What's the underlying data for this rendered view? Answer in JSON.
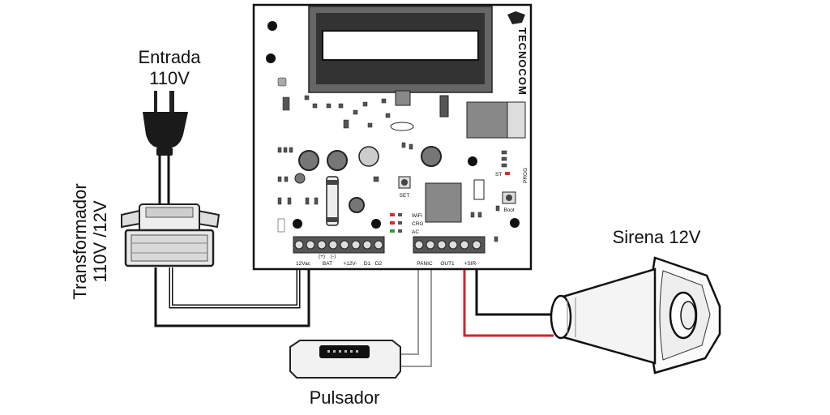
{
  "labels": {
    "input_line1": "Entrada",
    "input_line2": "110V",
    "transformer_line1": "Transformador",
    "transformer_line2": "110V /12V",
    "siren": "Sirena 12V",
    "button": "Pulsador"
  },
  "board": {
    "brand": "TECNOCOM",
    "leds": [
      "WiFi",
      "CRG",
      "AC"
    ],
    "led_colors": [
      "#d32f2f",
      "#d32f2f",
      "#2e9e3f"
    ],
    "set_label": "SET",
    "boot_label": "Boot",
    "st_label": "ST",
    "prog_label": "PROG",
    "left_terminals": [
      "12Vac",
      "(+)",
      "(-)",
      "BAT",
      "+12V-",
      "D1",
      "D2"
    ],
    "right_terminals": [
      "PANIC",
      "OUT1",
      "+SIR-"
    ]
  },
  "colors": {
    "wire_black": "#111111",
    "wire_red": "#d2232a",
    "wire_gray": "#9a9a9a"
  }
}
